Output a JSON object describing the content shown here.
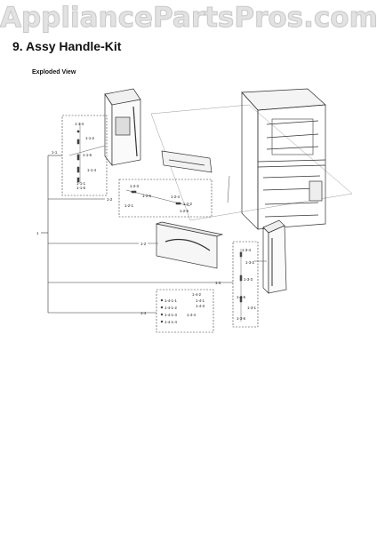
{
  "watermark": "AppliancePartsPros.com",
  "page": {
    "title": "9.  Assy Handle-Kit",
    "subtitle": "Exploded View"
  },
  "labels": {
    "root": "1",
    "l1_1": "1-1",
    "l1_1_3": "1-1-3",
    "l1_1_2": "1-1-2",
    "l1_1_6": "1-1-6",
    "l1_1_4": "1-1-4",
    "l1_1_1": "1-1-1",
    "l1_1_5": "1-1-5",
    "l1_2": "1-2",
    "l1_2_3": "1-2-3",
    "l1_2_1": "1-2-1",
    "l1_2_6": "1-2-6",
    "l1_2_4": "1-2-4",
    "l1_2_2": "1-2-2",
    "l1_2_5": "1-2-5",
    "l1_2b": "1-2",
    "l1_3": "1-3",
    "l1_3_4": "1-3-4",
    "l1_3_2": "1-3-2",
    "l1_3_3": "1-3-3",
    "l1_3_5": "1-3-5",
    "l1_3_1": "1-3-1",
    "l1_3_6": "1-3-6",
    "l1_4": "1-4",
    "l1_4_2": "1-4-2",
    "l1_4_1": "1-4-1",
    "l1_4_3": "1-4-3",
    "l1_4_4": "1-4-4",
    "l1_4_1_1": "1-4-1-1",
    "l1_4_1_2": "1-4-1-2",
    "l1_4_1_3": "1-4-1-3",
    "l1_4_1_4": "1-4-1-4"
  }
}
